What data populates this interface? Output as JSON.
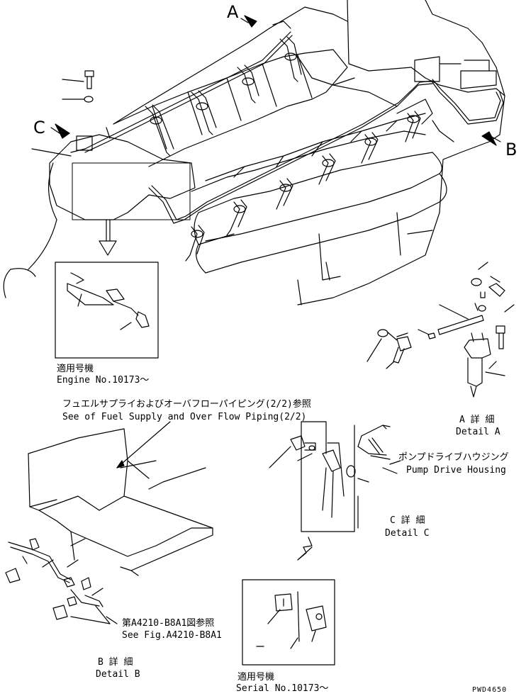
{
  "view_labels": {
    "a": "A",
    "b": "B",
    "c": "C"
  },
  "notes": {
    "engine_no_jp": "適用号機",
    "engine_no_en": "Engine No.10173～",
    "fuel_supply_jp": "フュエルサプライおよびオーバフローパイピング(2/2)参照",
    "fuel_supply_en": "See of Fuel Supply and Over Flow Piping(2/2)",
    "detail_a_jp": "A 詳 細",
    "detail_a_en": "Detail A",
    "pump_drive_jp": "ポンプドライブハウジング",
    "pump_drive_en": "Pump Drive Housing",
    "detail_c_jp": "C 詳 細",
    "detail_c_en": "Detail C",
    "see_fig_jp": "第A4210-B8A1図参照",
    "see_fig_en": "See Fig.A4210-B8A1",
    "detail_b_jp": "B 詳 細",
    "detail_b_en": "Detail B",
    "serial_no_jp": "適用号機",
    "serial_no_en": "Serial No.10173～",
    "drawing_code": "PWD4650"
  }
}
